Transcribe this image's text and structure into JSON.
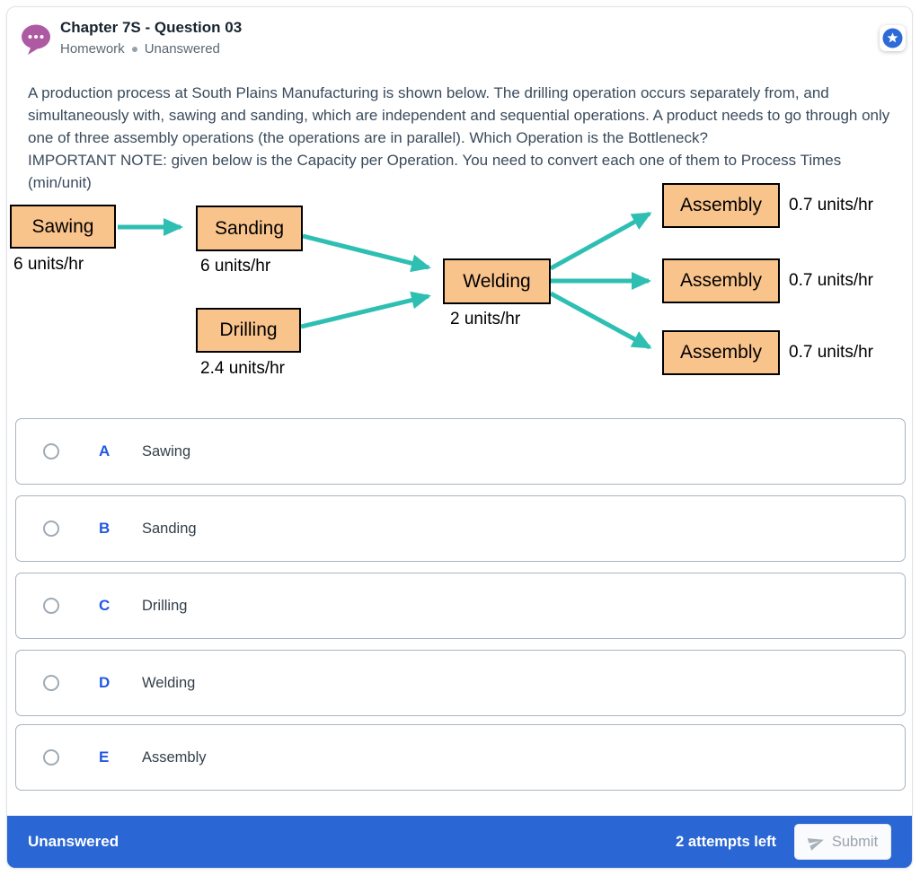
{
  "header": {
    "title": "Chapter 7S - Question 03",
    "type_label": "Homework",
    "status_label": "Unanswered",
    "bubble_icon": "chat-bubble-ellipsis",
    "star_icon": "star-in-circle"
  },
  "question": {
    "text": "A production process at South Plains Manufacturing is shown below. The drilling operation occurs separately from, and simultaneously with, sawing and sanding, which are independent and sequential operations. A product needs to go through only one of three assembly operations (the operations are in parallel). Which Operation is the Bottleneck?",
    "note": "IMPORTANT NOTE: given below is the Capacity per Operation. You need to convert each one of them to Process Times (min/unit)"
  },
  "diagram": {
    "nodes": [
      {
        "id": "sawing",
        "label": "Sawing",
        "rate": "6 units/hr"
      },
      {
        "id": "sanding",
        "label": "Sanding",
        "rate": "6 units/hr"
      },
      {
        "id": "drilling",
        "label": "Drilling",
        "rate": "2.4 units/hr"
      },
      {
        "id": "welding",
        "label": "Welding",
        "rate": "2 units/hr"
      },
      {
        "id": "assembly-1",
        "label": "Assembly",
        "rate": "0.7 units/hr"
      },
      {
        "id": "assembly-2",
        "label": "Assembly",
        "rate": "0.7 units/hr"
      },
      {
        "id": "assembly-3",
        "label": "Assembly",
        "rate": "0.7 units/hr"
      }
    ],
    "edges": [
      {
        "from": "sawing",
        "to": "sanding"
      },
      {
        "from": "sanding",
        "to": "welding"
      },
      {
        "from": "drilling",
        "to": "welding"
      },
      {
        "from": "welding",
        "to": "assembly-1"
      },
      {
        "from": "welding",
        "to": "assembly-2"
      },
      {
        "from": "welding",
        "to": "assembly-3"
      }
    ]
  },
  "options": [
    {
      "letter": "A",
      "label": "Sawing"
    },
    {
      "letter": "B",
      "label": "Sanding"
    },
    {
      "letter": "C",
      "label": "Drilling"
    },
    {
      "letter": "D",
      "label": "Welding"
    },
    {
      "letter": "E",
      "label": "Assembly"
    }
  ],
  "footer": {
    "status": "Unanswered",
    "attempts": "2 attempts left",
    "submit_label": "Submit"
  },
  "colors": {
    "accent-blue": "#2158e3",
    "footer-blue": "#2a66d4",
    "node-fill": "#f9c38c",
    "arrow-teal": "#2fbfb2",
    "bubble-purple": "#ae5aa3",
    "star-blue": "#2e6bd6"
  }
}
